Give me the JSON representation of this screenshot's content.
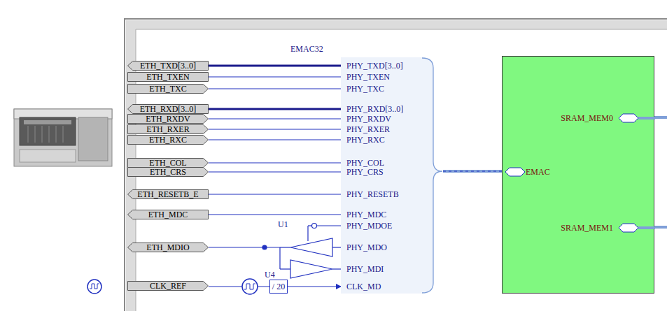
{
  "diagram": {
    "nodes": [
      {
        "text": [
          "EMAC32",
          "PHY_TXD[3..0]",
          "PHY_TXEN",
          "PHY_TXC",
          "PHY_RXD[3..0]",
          "PHY_RXDV",
          "PHY_RXER",
          "PHY_RXC",
          "PHY_COL",
          "PHY_CRS",
          "PHY_RESETB",
          "PHY_MDC",
          "PHY_MDOE",
          "PHY_MDO",
          "PHY_MDI",
          "CLK_MD"
        ]
      },
      {
        "text": [
          "EMAC",
          "SRAM_MEM0",
          "SRAM_MEM1"
        ]
      },
      {
        "text": [
          "ETH_TXD[3..0]"
        ]
      },
      {
        "text": [
          "ETH_TXEN"
        ]
      },
      {
        "text": [
          "ETH_TXC"
        ]
      },
      {
        "text": [
          "ETH_RXD[3..0]"
        ]
      },
      {
        "text": [
          "ETH_RXDV"
        ]
      },
      {
        "text": [
          "ETH_RXER"
        ]
      },
      {
        "text": [
          "ETH_RXC"
        ]
      },
      {
        "text": [
          "ETH_COL"
        ]
      },
      {
        "text": [
          "ETH_CRS"
        ]
      },
      {
        "text": [
          "ETH_RESETB_E"
        ]
      },
      {
        "text": [
          "ETH_MDC"
        ]
      },
      {
        "text": [
          "ETH_MDIO"
        ]
      },
      {
        "text": [
          "CLK_REF"
        ]
      },
      {
        "text": [
          "/ 20"
        ]
      }
    ],
    "edges": [
      {
        "from": 2,
        "to": 0,
        "arrow": "none"
      },
      {
        "from": 3,
        "to": 0,
        "arrow": "none"
      },
      {
        "from": 4,
        "to": 0,
        "arrow": "none"
      },
      {
        "from": 5,
        "to": 0,
        "arrow": "none"
      },
      {
        "from": 6,
        "to": 0,
        "arrow": "none"
      },
      {
        "from": 7,
        "to": 0,
        "arrow": "none"
      },
      {
        "from": 8,
        "to": 0,
        "arrow": "none"
      },
      {
        "from": 9,
        "to": 0,
        "arrow": "none"
      },
      {
        "from": 10,
        "to": 0,
        "arrow": "none"
      },
      {
        "from": 11,
        "to": 0,
        "arrow": "none"
      },
      {
        "from": 12,
        "to": 0,
        "arrow": "none"
      },
      {
        "from": 0,
        "to": 1,
        "arrow": "none"
      },
      {
        "from": 14,
        "to": 15,
        "arrow": "none"
      },
      {
        "from": 15,
        "to": 0,
        "arrow": "to"
      }
    ],
    "labels": [
      "U1",
      "U4"
    ]
  }
}
